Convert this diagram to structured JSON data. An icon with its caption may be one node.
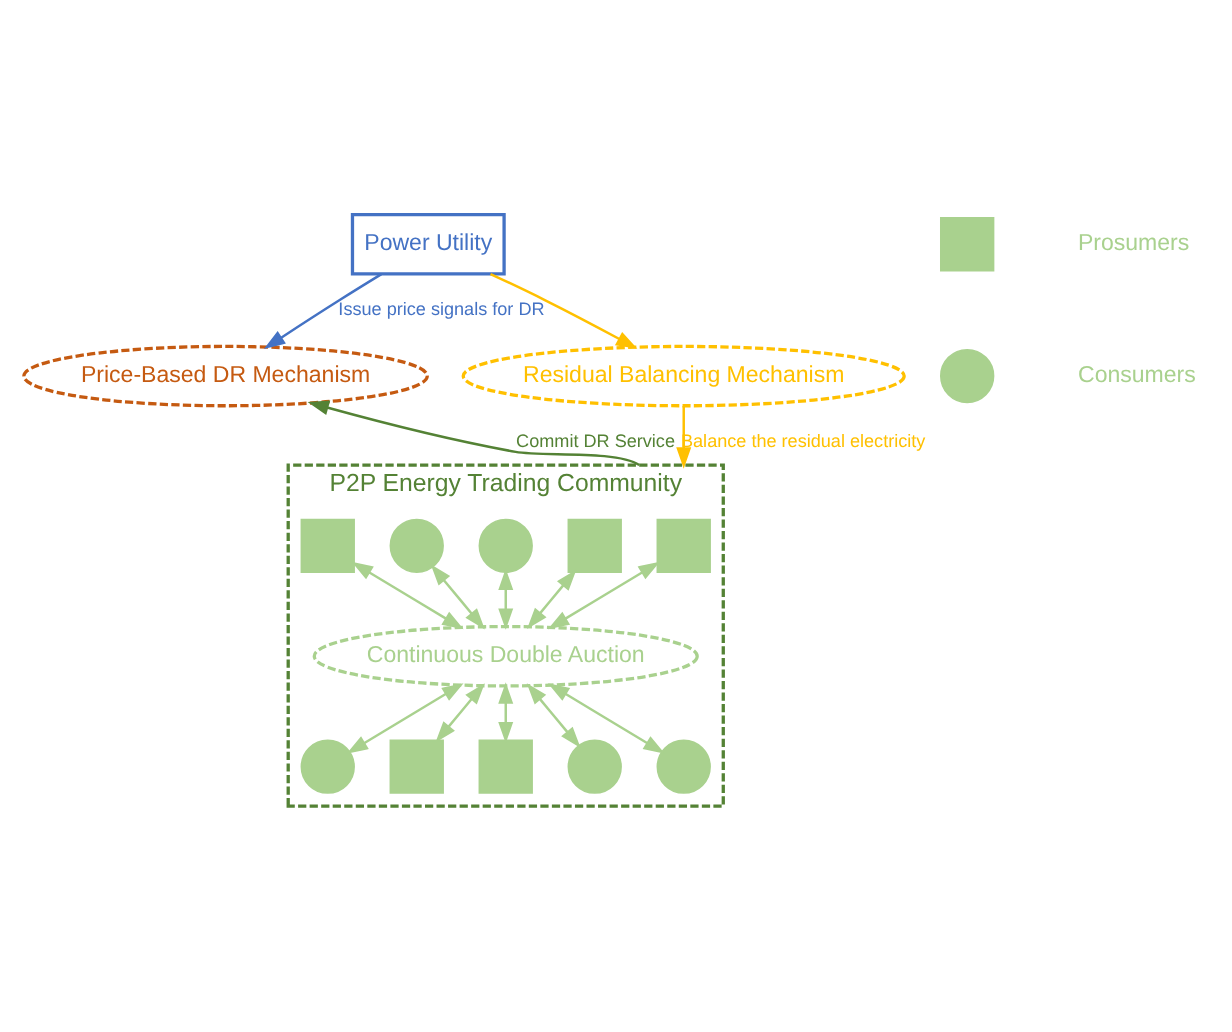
{
  "diagram": {
    "nodes": [
      {
        "text": [
          "Power Utility"
        ]
      },
      {
        "text": [
          "Price-Based DR Mechanism"
        ]
      },
      {
        "text": [
          "Residual Balancing Mechanism"
        ]
      },
      {
        "text": [
          "P2P Energy Trading Community"
        ]
      },
      {
        "text": [
          "Continuous Double Auction"
        ],
        "in": 3
      },
      {
        "text": [],
        "shape": "box",
        "in": 3
      },
      {
        "text": [],
        "shape": "box",
        "in": 3
      },
      {
        "text": [],
        "shape": "circle",
        "in": 3
      },
      {
        "text": [],
        "shape": "circle",
        "in": 3
      },
      {
        "text": [],
        "shape": "box",
        "in": 3
      },
      {
        "text": [],
        "shape": "circle",
        "in": 3
      },
      {
        "text": [],
        "shape": "box",
        "in": 3
      },
      {
        "text": [],
        "shape": "box",
        "in": 3
      },
      {
        "text": [],
        "shape": "circle",
        "in": 3
      },
      {
        "text": [],
        "shape": "circle",
        "in": 3
      },
      {
        "text": [],
        "shape": "box"
      },
      {
        "text": [],
        "shape": "circle"
      }
    ],
    "edges": [
      {
        "from": 0,
        "to": 1,
        "arrow": "to",
        "label": "Issue price signals for DR",
        "color": "#4472c4"
      },
      {
        "from": 0,
        "to": 2,
        "arrow": "to",
        "color": "#ffc000"
      },
      {
        "from": 3,
        "to": 1,
        "arrow": "to",
        "label": "Commit DR Service",
        "color": "#548235"
      },
      {
        "from": 2,
        "to": 3,
        "arrow": "to",
        "label": "Balance the residual electricity",
        "color": "#ffc000"
      },
      {
        "from": 5,
        "to": 4,
        "arrow": "both"
      },
      {
        "from": 6,
        "to": 4,
        "arrow": "both"
      },
      {
        "from": 7,
        "to": 4,
        "arrow": "both"
      },
      {
        "from": 8,
        "to": 4,
        "arrow": "both"
      },
      {
        "from": 9,
        "to": 4,
        "arrow": "both"
      },
      {
        "from": 4,
        "to": 10,
        "arrow": "both"
      },
      {
        "from": 4,
        "to": 11,
        "arrow": "both"
      },
      {
        "from": 4,
        "to": 12,
        "arrow": "both"
      },
      {
        "from": 4,
        "to": 13,
        "arrow": "both"
      },
      {
        "from": 4,
        "to": 14,
        "arrow": "both"
      }
    ],
    "legend": [
      {
        "text": "Prosumers"
      },
      {
        "text": "Consumers"
      }
    ]
  }
}
